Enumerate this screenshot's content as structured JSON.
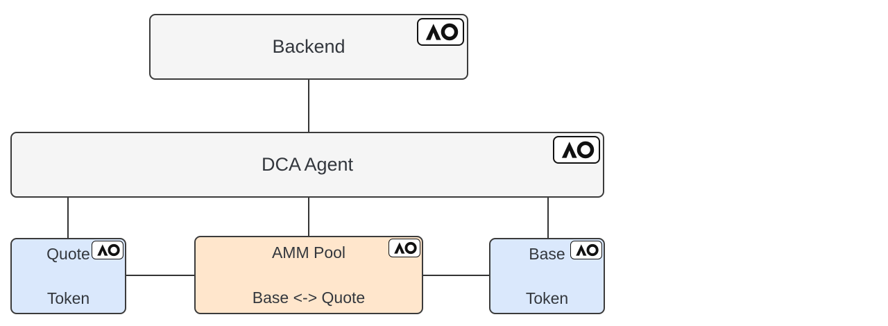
{
  "diagram": {
    "title": "DCA Agent architecture diagram",
    "nodes": {
      "backend": {
        "label": "Backend"
      },
      "dca_agent": {
        "label": "DCA Agent"
      },
      "quote_token": {
        "line1": "Quote",
        "line2": "Token"
      },
      "amm_pool": {
        "line1": "AMM Pool",
        "line2": "Base <-> Quote"
      },
      "base_token": {
        "line1": "Base",
        "line2": "Token"
      }
    },
    "badge_icon": "ao-logo",
    "connections": [
      {
        "from": "backend",
        "to": "dca_agent"
      },
      {
        "from": "dca_agent",
        "to": "quote_token"
      },
      {
        "from": "dca_agent",
        "to": "amm_pool"
      },
      {
        "from": "dca_agent",
        "to": "base_token"
      },
      {
        "from": "quote_token",
        "to": "amm_pool"
      },
      {
        "from": "amm_pool",
        "to": "base_token"
      }
    ]
  },
  "colors": {
    "gray_fill": "#f5f5f5",
    "blue_fill": "#dae8fc",
    "orange_fill": "#ffe6cc",
    "border": "#3b3b3b",
    "text": "#33373d",
    "line": "#333333",
    "badge_bg": "#ffffff",
    "badge_border": "#111111"
  }
}
